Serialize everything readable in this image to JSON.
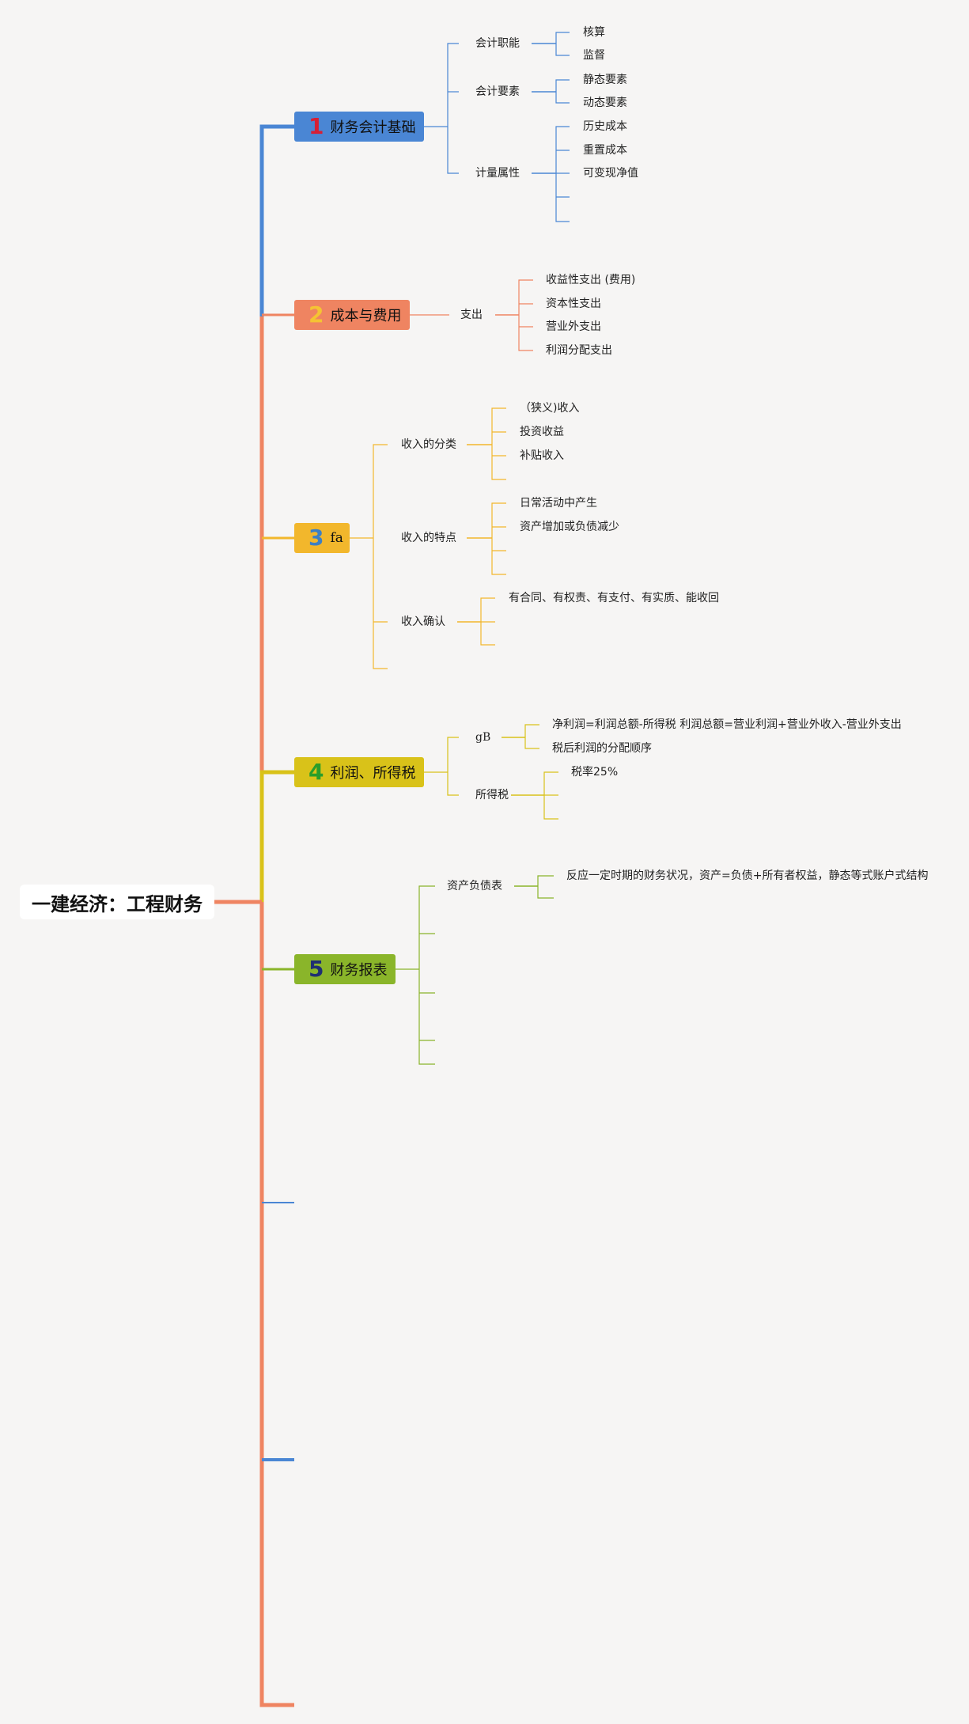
{
  "root": {
    "label": "一建经济：工程财务"
  },
  "colors": {
    "blue": "#4a86d4",
    "orange": "#ef8461",
    "gold": "#f2b72c",
    "yellow": "#d9c219",
    "green": "#8ab52a",
    "num_red": "#d61f35",
    "num_yellow": "#f5c333",
    "num_blue": "#3d7fc4",
    "num_green": "#2a9e2a",
    "num_navy": "#1f2f72"
  },
  "topics": [
    {
      "number": "1",
      "label": "财务会计基础",
      "subtopics": [
        {
          "label": "会计职能",
          "leaves": [
            "核算",
            "监督"
          ]
        },
        {
          "label": "会计要素",
          "leaves": [
            "静态要素",
            "动态要素"
          ]
        },
        {
          "label": "计量属性",
          "leaves": [
            "历史成本",
            "重置成本",
            "可变现净值",
            "",
            ""
          ]
        }
      ]
    },
    {
      "number": "2",
      "label": "成本与费用",
      "subtopics": [
        {
          "label": "支出",
          "leaves": [
            "收益性支出 (费用)",
            "资本性支出",
            "营业外支出",
            "利润分配支出"
          ]
        }
      ]
    },
    {
      "number": "3",
      "label": "fa",
      "subtopics": [
        {
          "label": "收入的分类",
          "leaves": [
            "（狭义)收入",
            "投资收益",
            "补贴收入",
            ""
          ]
        },
        {
          "label": "收入的特点",
          "leaves": [
            "日常活动中产生",
            "资产增加或负债减少",
            "",
            ""
          ]
        },
        {
          "label": "收入确认",
          "leaves": [
            "有合同、有权责、有支付、有实质、能收回",
            "",
            ""
          ]
        },
        {
          "label": "",
          "leaves": []
        }
      ]
    },
    {
      "number": "4",
      "label": "利润、所得税",
      "subtopics": [
        {
          "label": "gB",
          "leaves": [
            "净利润=利润总额-所得税 利润总额=营业利润+营业外收入-营业外支出",
            "税后利润的分配顺序"
          ]
        },
        {
          "label": "所得税",
          "leaves": [
            "税率25%",
            "",
            ""
          ]
        }
      ]
    },
    {
      "number": "5",
      "label": "财务报表",
      "subtopics": [
        {
          "label": "资产负债表",
          "leaves": [
            "反应一定时期的财务状况，资产=负债+所有者权益，静态等式账户式结构",
            ""
          ]
        },
        {
          "label": "",
          "leaves": []
        },
        {
          "label": "",
          "leaves": []
        },
        {
          "label": "",
          "leaves": []
        },
        {
          "label": "",
          "leaves": []
        }
      ]
    }
  ]
}
